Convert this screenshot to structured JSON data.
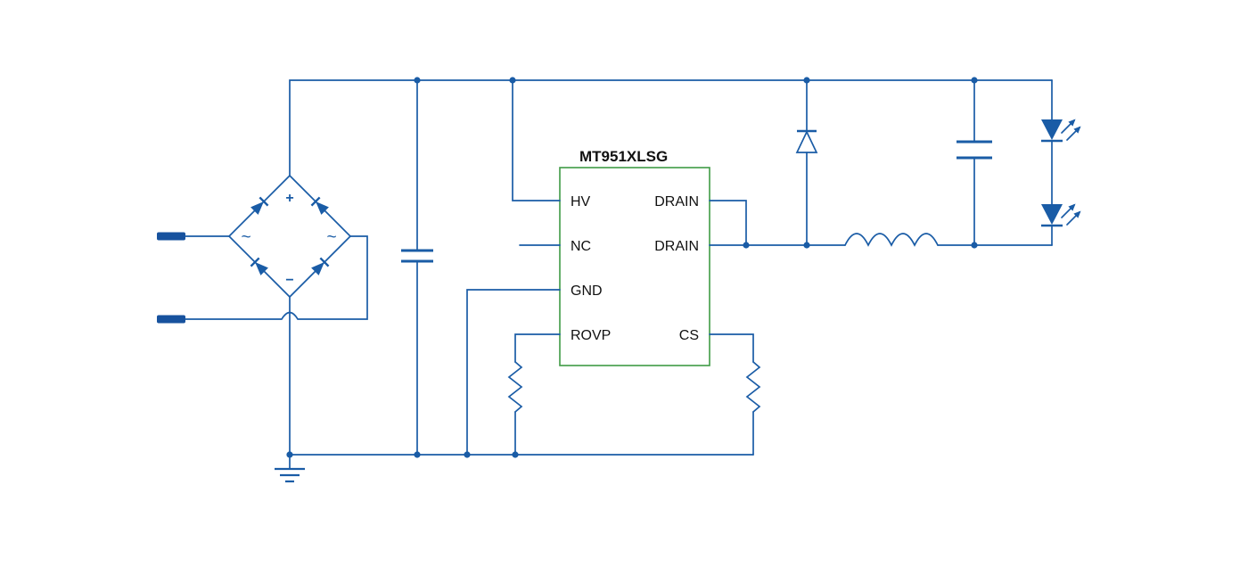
{
  "colors": {
    "wire": "#1a5ca6",
    "ic_border": "#3f9b45",
    "label_text": "#111111",
    "terminal": "#17529e"
  },
  "ic": {
    "title": "MT951XLSG",
    "pins": {
      "left": [
        "HV",
        "NC",
        "GND",
        "ROVP"
      ],
      "right": [
        "DRAIN",
        "DRAIN",
        "CS"
      ]
    }
  },
  "bridge": {
    "plus": "+",
    "minus": "−",
    "ac_left": "~",
    "ac_right": "~"
  }
}
